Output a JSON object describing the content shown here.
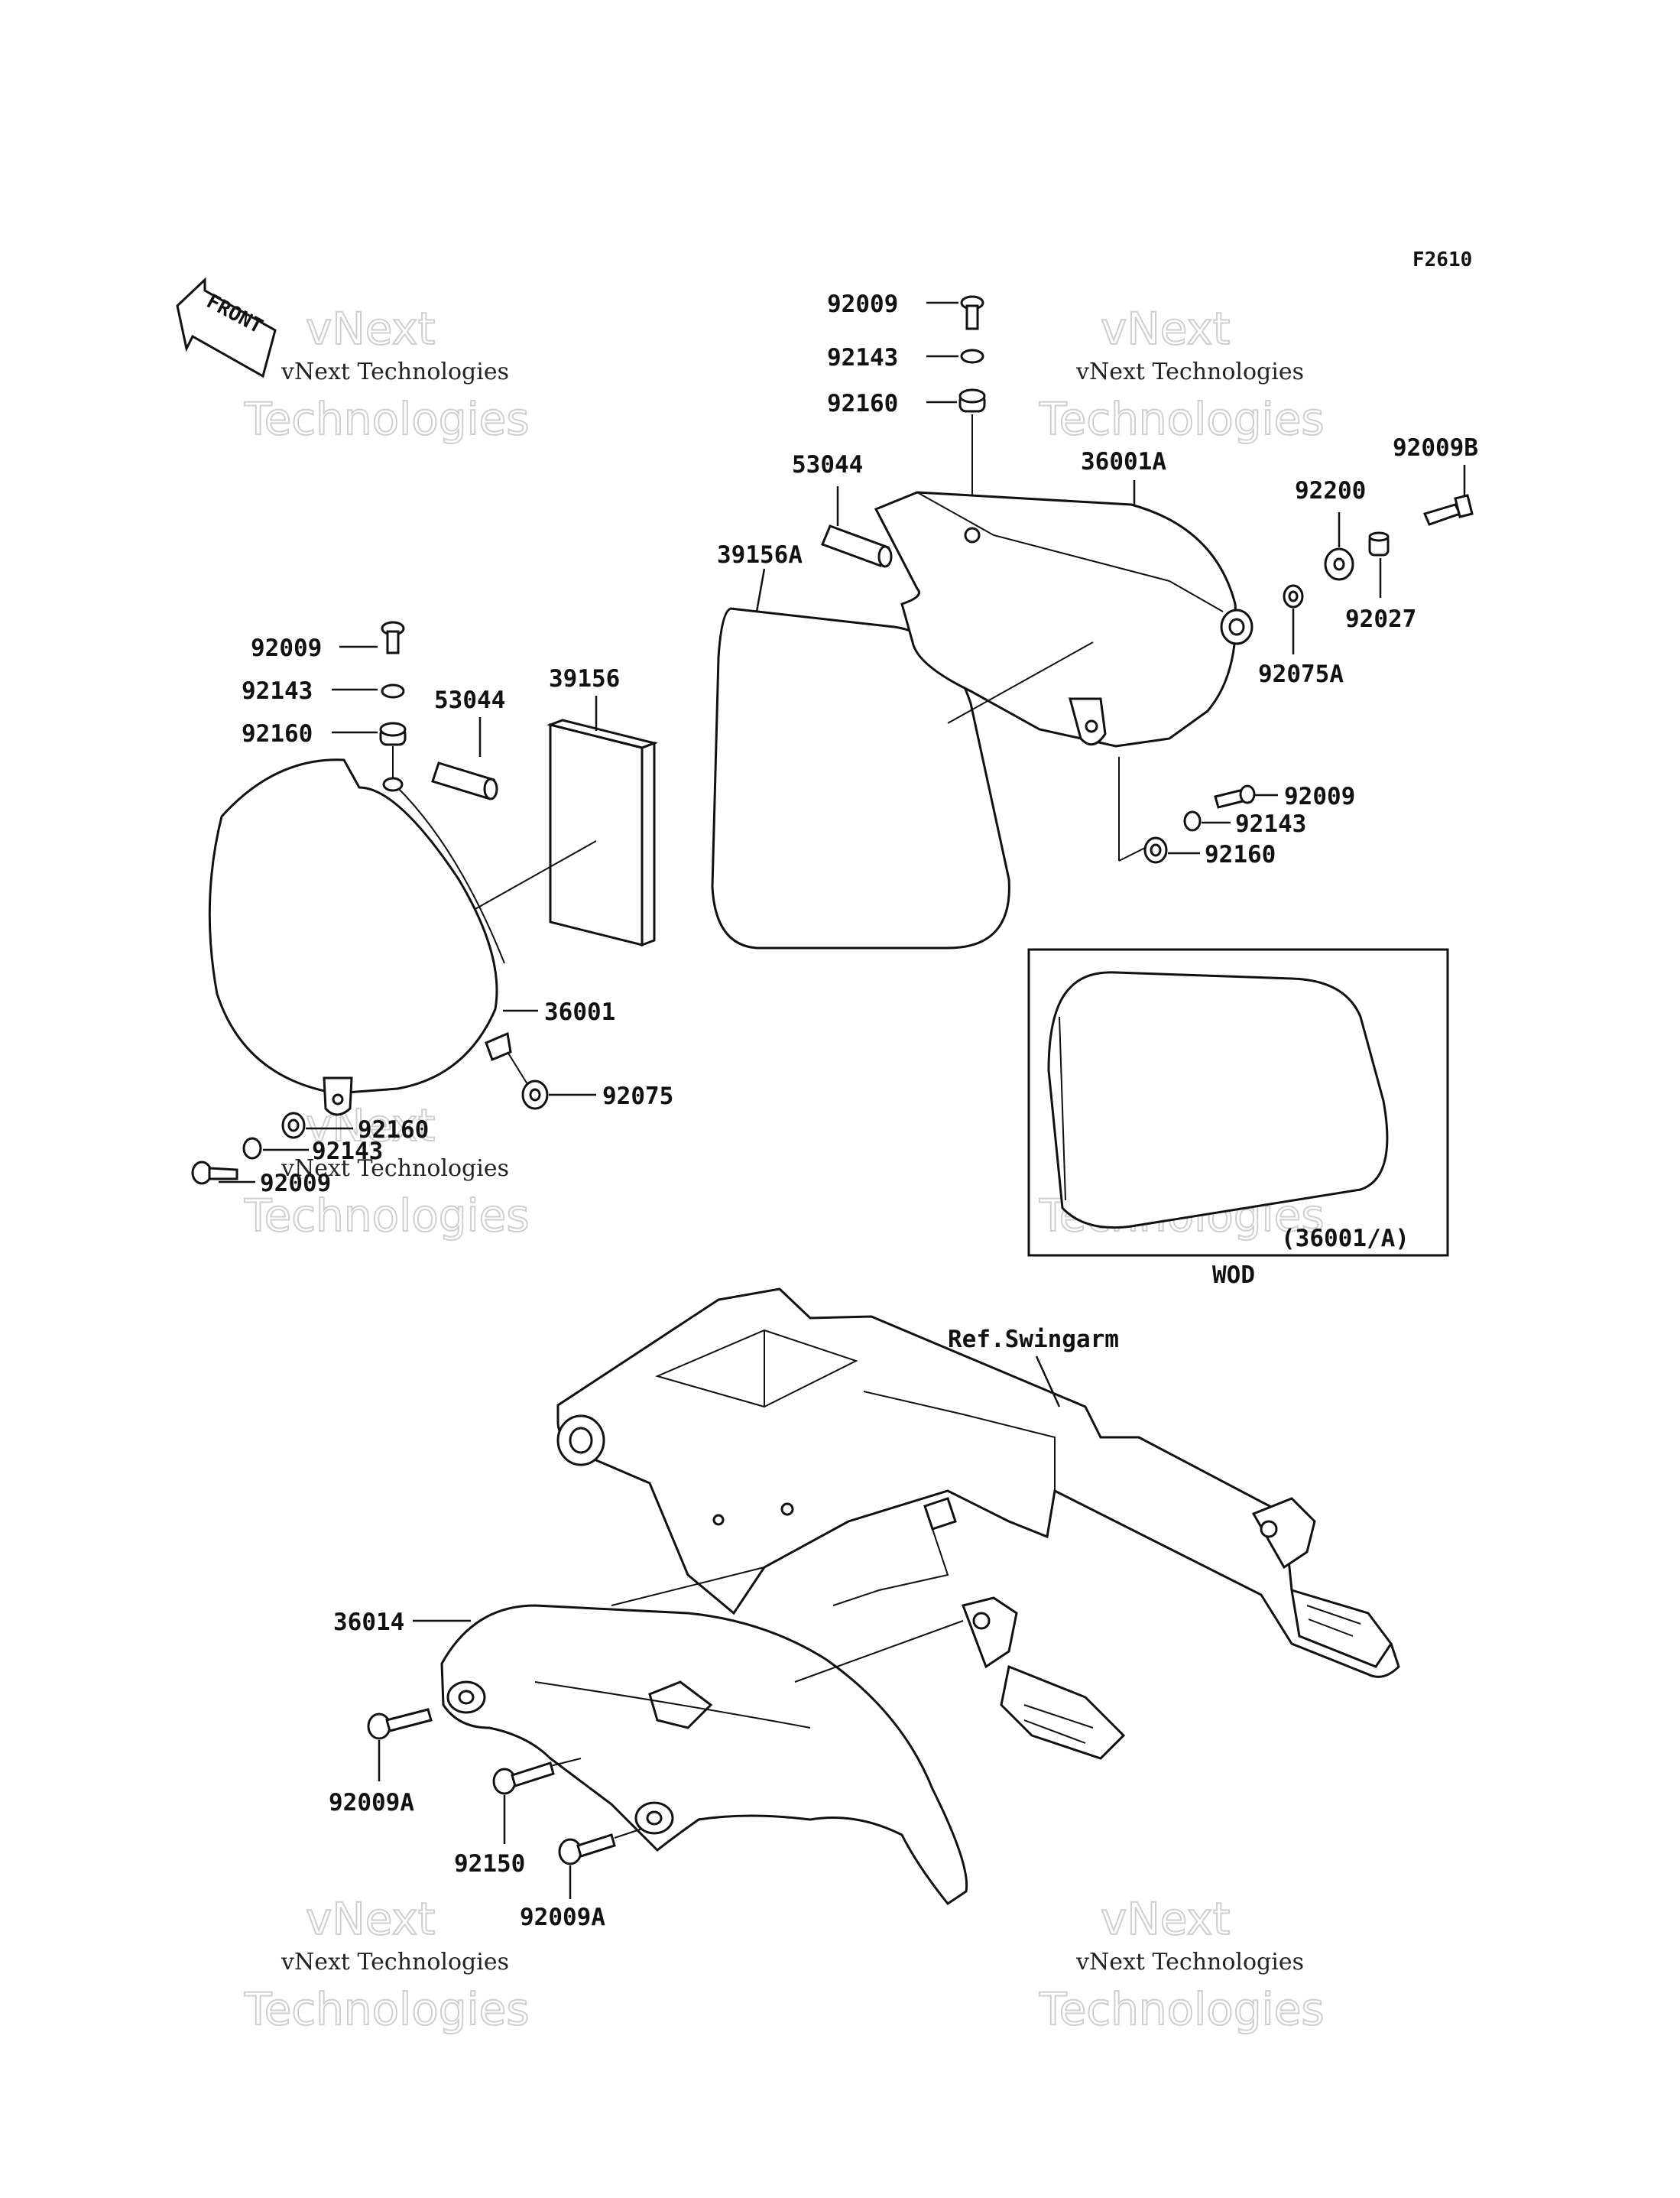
{
  "figure_code": "F2610",
  "front_arrow_text": "FRONT",
  "watermark": {
    "line1": "vNext Technologies",
    "line2": "Technologies",
    "ghost": "vNext"
  },
  "inset": {
    "caption": "(36001/A)",
    "label": "WOD"
  },
  "swingarm_ref": "Ref.Swingarm",
  "callouts": {
    "r_92009": "92009",
    "r_92143": "92143",
    "r_92160": "92160",
    "r_53044": "53044",
    "r_39156A": "39156A",
    "r_36001A": "36001A",
    "r_92200": "92200",
    "r_92009B": "92009B",
    "r_92027": "92027",
    "r_92075A": "92075A",
    "r_92009_low": "92009",
    "r_92143_low": "92143",
    "r_92160_low": "92160",
    "l_92009": "92009",
    "l_92143": "92143",
    "l_92160": "92160",
    "l_53044": "53044",
    "l_39156": "39156",
    "l_36001": "36001",
    "l_92075": "92075",
    "l_92160_low": "92160",
    "l_92143_low": "92143",
    "l_92009_low": "92009",
    "g_36014": "36014",
    "g_92009A_1": "92009A",
    "g_92150": "92150",
    "g_92009A_2": "92009A"
  }
}
